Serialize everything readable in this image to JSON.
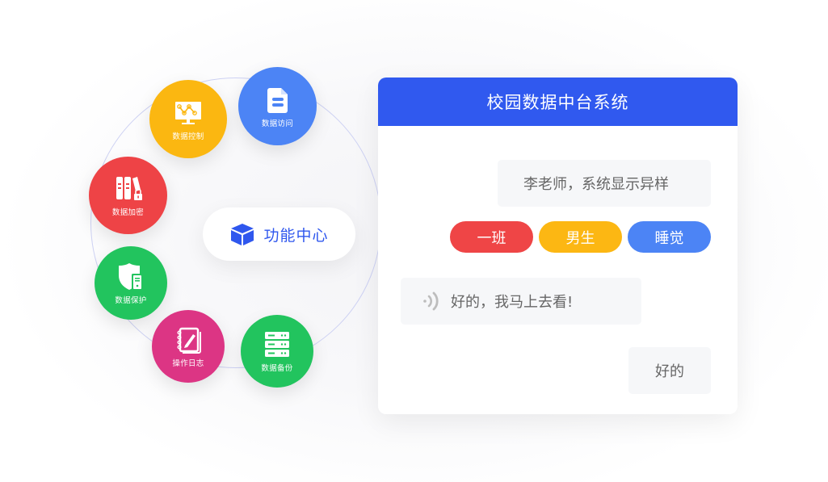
{
  "hub": {
    "label": "功能中心",
    "icon": "cube-icon",
    "color": "#2f57ee"
  },
  "nodes": [
    {
      "label": "数据访问",
      "icon": "document-icon",
      "color": "#4c84f5"
    },
    {
      "label": "数据控制",
      "icon": "monitor-chart-icon",
      "color": "#fbb711"
    },
    {
      "label": "数据加密",
      "icon": "binders-lock-icon",
      "color": "#ee4346"
    },
    {
      "label": "数据保护",
      "icon": "shield-server-icon",
      "color": "#22c45e"
    },
    {
      "label": "操作日志",
      "icon": "notebook-pencil-icon",
      "color": "#dc3584"
    },
    {
      "label": "数据备份",
      "icon": "server-rack-icon",
      "color": "#22c45e"
    }
  ],
  "card": {
    "title": "校园数据中台系统",
    "header_color": "#3059ef",
    "messages": [
      {
        "text": "李老师，系统显示异样",
        "side": "right"
      },
      {
        "text": "好的，我马上去看!",
        "side": "left",
        "icon": "voice-icon"
      },
      {
        "text": "好的",
        "side": "right"
      }
    ],
    "tags": [
      {
        "label": "一班",
        "color": "#ef4546"
      },
      {
        "label": "男生",
        "color": "#fcb713"
      },
      {
        "label": "睡觉",
        "color": "#4c84f5"
      }
    ]
  }
}
